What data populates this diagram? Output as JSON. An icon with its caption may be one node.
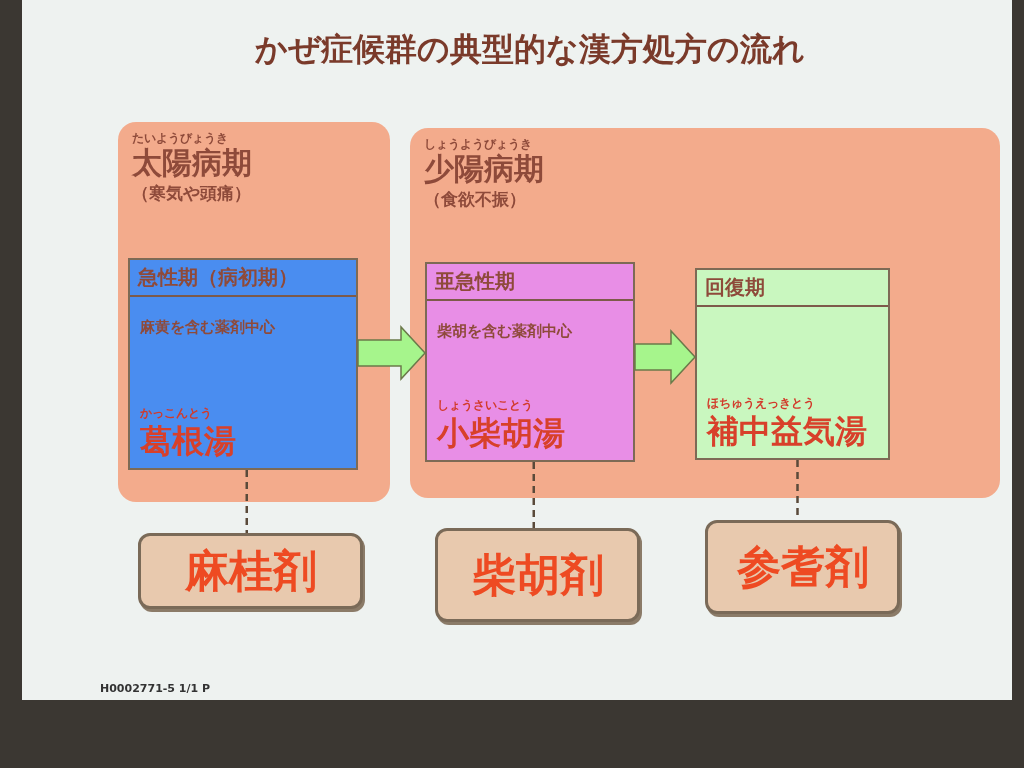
{
  "diagram": {
    "title": "かぜ症候群の典型的な漢方処方の流れ",
    "nodes": [
      {
        "text": [
          "たいようびょうき",
          "太陽病期",
          "（寒気や頭痛）"
        ]
      },
      {
        "text": [
          "急性期（病初期）",
          "麻黄を含む薬剤中心",
          "かっこんとう",
          "葛根湯"
        ],
        "in": 0
      },
      {
        "text": [
          "しょうようびょうき",
          "少陽病期",
          "（食欲不振）"
        ]
      },
      {
        "text": [
          "亜急性期",
          "柴胡を含む薬剤中心",
          "しょうさいことう",
          "小柴胡湯"
        ],
        "in": 2
      },
      {
        "text": [
          "回復期",
          "ほちゅうえっきとう",
          "補中益気湯"
        ],
        "in": 2
      },
      {
        "text": [
          "麻桂剤"
        ]
      },
      {
        "text": [
          "柴胡剤"
        ]
      },
      {
        "text": [
          "参耆剤"
        ]
      }
    ],
    "edges": [
      {
        "from": 1,
        "to": 3,
        "arrow": "to",
        "style": "thick",
        "color": "#a6f58c"
      },
      {
        "from": 3,
        "to": 4,
        "arrow": "to",
        "style": "thick",
        "color": "#a6f58c"
      },
      {
        "from": 1,
        "to": 5,
        "arrow": "none",
        "style": "dashed"
      },
      {
        "from": 3,
        "to": 6,
        "arrow": "none",
        "style": "dashed"
      },
      {
        "from": 4,
        "to": 7,
        "arrow": "none",
        "style": "dashed"
      }
    ],
    "labels": [
      "H0002771-5 1/1 P"
    ]
  }
}
